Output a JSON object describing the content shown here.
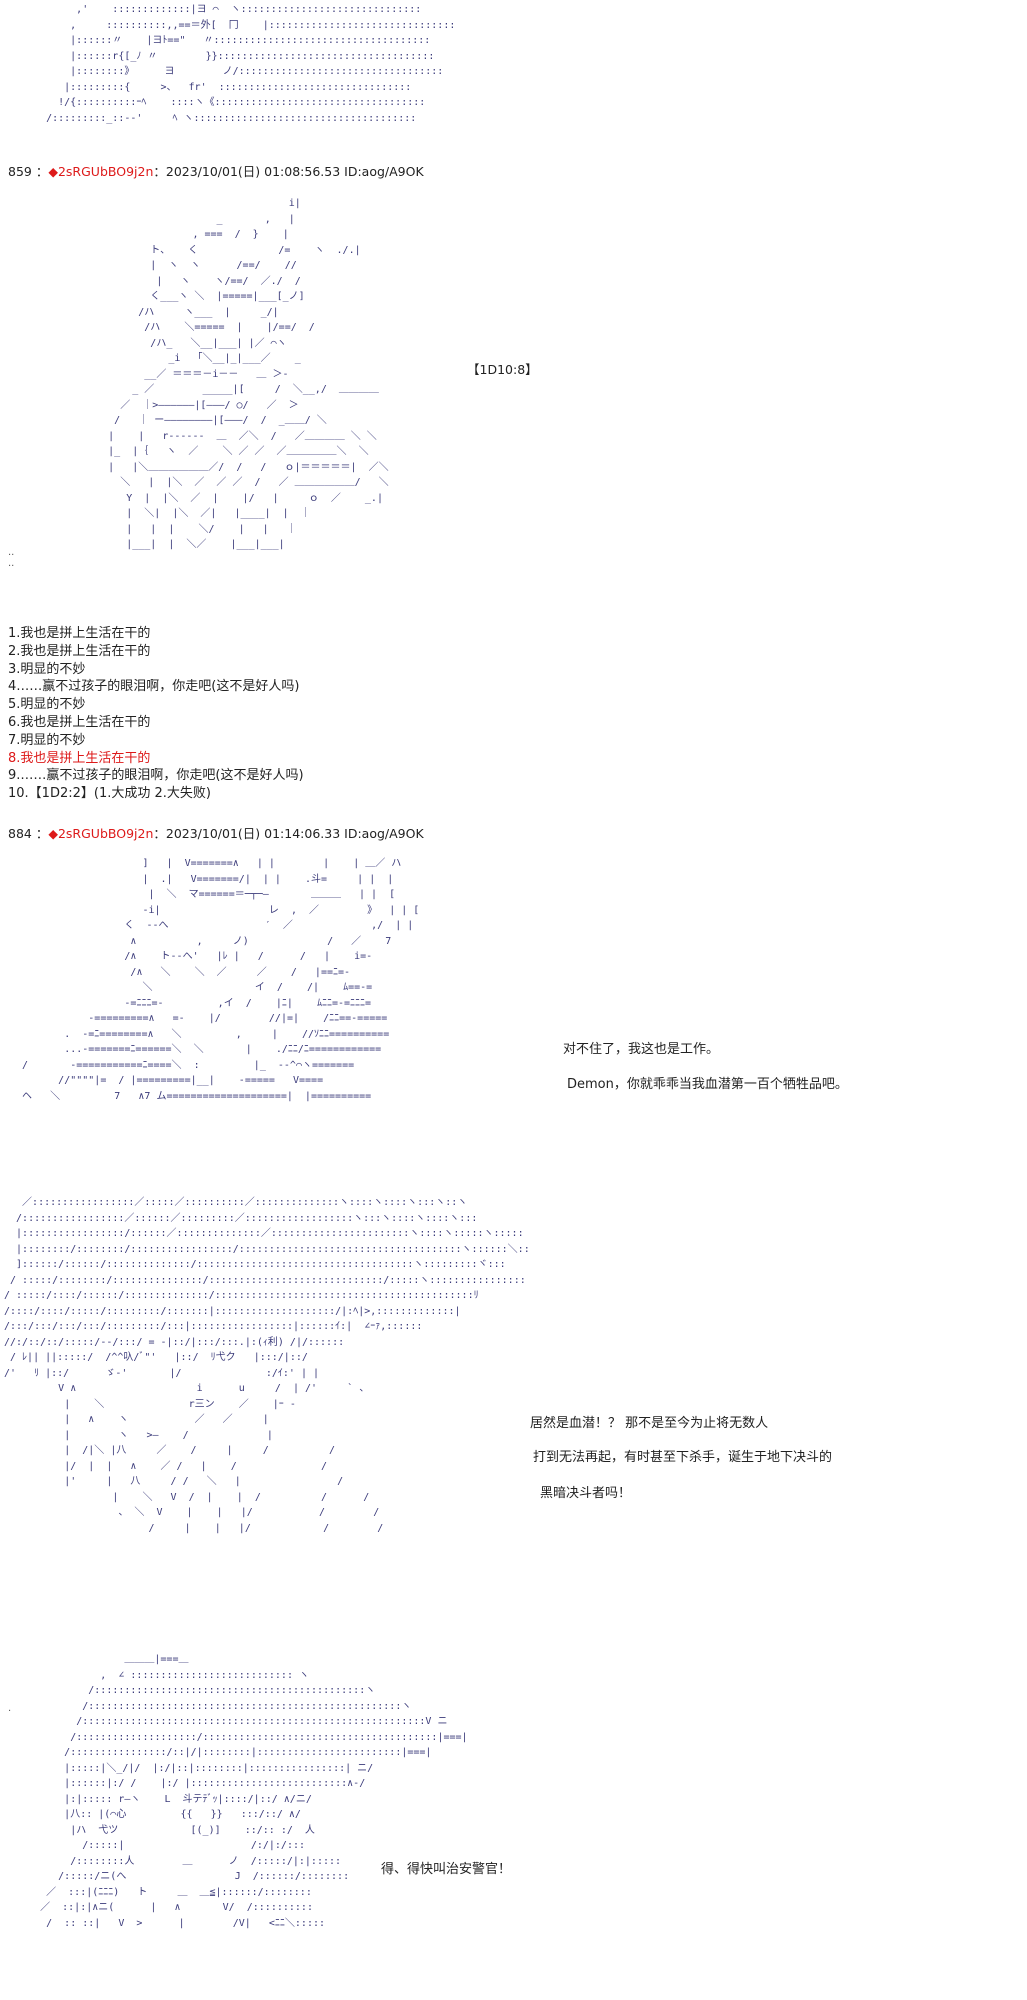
{
  "art": {
    "top": "         ,'    :::::::::::::|ヨ ⌒  ヽ::::::::::::::::::::::::::::::\n        ,     ::::::::::,,==＝外[  冂    |:::::::::::::::::::::::::::::::\n        |::::::〃    |ヨﾄ==\"   〃::::::::::::::::::::::::::::::::::::\n        |::::::r{[_ﾉ 〃        }}::::::::::::::::::::::::::::::::::::\n        |::::::::》     ヨ        ノ/::::::::::::::::::::::::::::::::::\n       |:::::::::{     >、  fr'  ::::::::::::::::::::::::::::::::\n      !/{::::::::::ｰﾍ    ::::ヽ《:::::::::::::::::::::::::::::::::::\n    /:::::::::_::--'     ﾍ ヽ:::::::::::::::::::::::::::::::::::::",
    "robot": "                                      i|\n                          _       ,   |\n                      , ===  /  }    |\n               ト、   く     　 　    /=    ヽ  ./.|\n               |  ヽ  ヽ      /==/    // \n                |   ヽ    ヽ/==/  ／./  /\n               く___ヽ ＼  |=====|___[_ノ]\n             /ハ     ヽ___  |     _/|\n              /ハ    ＼=====  |    |/==/  /\n               /ハ_   ＼__|___| |／ ⌒ヽ\n                  _i  「＼__|_|___／    _\n              __／ ＝＝＝－i－－   ＿ ＞-\n            _ ／        _____|[     /  ＼__,/  ＿＿＿＿\n          ／  ｜>——————|[———/ ○/   ／  ＞\n         /   ｜ ー————————|[———/  /  _＿＿/ ＼\n        |    |   r‐‐‐‐‐‐  ＿  ／＼  /   ／＿＿＿＿ ＼ ＼\n        |_  |｛   ヽ  ／    ＼ ／ ／  ／＿＿＿＿＿＼  ＼\n        |   |＼＿＿＿＿＿＿／/  /   /   ｏ|＝＝＝＝＝|  ／＼\n          ＼   |  |＼  ／  ／ ／  /   ／ ＿＿＿＿＿＿/   ＼\n           Y  |  |＼  ／  |    |/   |     ｏ  ／    _.|\n           |  ＼|  |＼  ／|   |____|  |  ｜\n           |   |  |    ＼/    |   |   ｜\n           |___|  |  ＼／    |___|___|",
    "fighter": "                       ]   |  V=======∧   | |        |    | ＿／ ハ\n                       |  .|   V=======/|  | |    .斗=     | |  |\n                        |  ＼  マ======＝─┬─―       ＿＿＿   | |  [\n                       -i|                  レ  ,  ／        》  | | [\n                    く  --へ                ′  ／             ,/  | |\n                     ∧          ,     ノ)             /   ／    7\n                    /∧    ト--へ'   |ﾚ |   /      /   |    i=-\n                     /∧   ＼    ＼  ／     ／    /   |==ﾆ=-\n                       ＼                 イ  /    /|    ﾑ==-=\n                    -=ﾆﾆﾆ=-         ,イ  /    |ﾆ|    ﾑﾆﾆ=-=ﾆﾆﾆ=\n              -=========∧   =-    |/        //|=|    /ﾆﾆ==-=====\n          .  -=ﾆ========∧   ＼         ,     |    //ｿﾆﾆ==========\n          ...-=======ﾆ======＼  ＼       |    ./ﾆﾆ/ﾆ============\n   /       -===========ﾆ====＼  :         |_  --^⌒ヽ=======\n         //\"\"\"\"|=  / |=========|__|    -=====   V====\n   ヘ   ＼         7   ∧7 ム====================|  |==========",
    "vampire": "   ／:::::::::::::::::／:::::／::::::::::／::::::::::::::ヽ::::ヽ::::ヽ:::ヽ::ヽ\n  /:::::::::::::::::／::::::／:::::::::／::::::::::::::::::ヽ:::ヽ::::ヽ::::ヽ:::\n  |:::::::::::::::::/::::::／::::::::::::::／:::::::::::::::::::::::ヽ::::ヽ:::::ヽ:::::\n  |::::::::/::::::::/:::::::::::::::::/:::::::::::::::::::::::::::::::::::::ヽ::::::＼::\n  ]::::::/::::::/::::::::::::::/::::::::::::::::::::::::::::::::::::ヽ:::::::::ヾ:::\n / :::::/::::::::/:::::::::::::::/:::::::::::::::::::::::::::::/:::::ヽ::::::::::::::::\n/ :::::/::::/::::::/::::::::::::::/:::::::::::::::::::::::::::::::::::::::::::ﾘ\n/::::/::::/:::::/:::::::::/:::::::|::::::::::::::::::::/|:ﾍ|>,:::::::::::::|\n/:::/:::/:::/:::/:::::::::/:::|:::::::::::::::::|::::::ｲ:|  ∠ｰｧ,::::::\n//:/::/::/:::::/--/:::/ = -|::/|:::/:::.|:(ｨ利) /|/::::::\n / ﾚ|| ||:::::/  /^^叺/ﾞ\"'   |::/  ﾘ弋ク   |:::/|::/\n/'   ﾘ |::/      ゞ-'       |/              :/ｲ:' | |\n         V ∧                    i      u     /  | /'     ` 、\n          |    ＼              r三ン    ／    |ｰ -\n          |   ∧    ヽ           ／   ／     |\n          |        ヽ   >—    /             |\n          |  /|＼ |八     ／    /     |     /          /\n          |/  |  |   ∧    ／ /   |    /              /\n          |'     |   八     / /   ＼   |                /\n                  |    ＼   V  /  |    |  /          /      /\n                   、 ＼  V    |    |   |/           /        /\n                        /     |    |   |/            /        /",
    "guard": "                   ＿＿＿|===＿\n               ,  ∠ ::::::::::::::::::::::::::: ヽ\n             /:::::::::::::::::::::::::::::::::::::::::::::ヽ\n            /::::::::::::::::::::::::::::::::::::::::::::::::::::ヽ\n           /:::::::::::::::::::::::::::::::::::::::::::::::::::::::::V ニ\n          /::::::::::::::::::::/:::::::::::::::::::::::::::::::::::::::|===|\n         /::::::::::::::::/::|/|::::::::|::::::::::::::::::::::::|===|\n         |:::::|＼_/|/  |:/|::|::::::::|::::::::::::::::| ニ/\n         |::::::|:/ /    |:/ |::::::::::::::::::::::::::∧-/\n         |:|::::: r—ヽ    L  斗テﾃﾞｯ|::::/|::/ ∧/ニ/\n         |八:: |(⌒心         {{   }}   :::/::/ ∧/\n          |ハ  弋ツ            [(_)]    ::/:: :/  人\n            /:::::|                     /:/|:/:::\n          /::::::::人        ＿      ノ  /:::::/|:|:::::\n        /:::::/ニ(へ                  J  /::::::/::::::::\n      ／  :::|(ﾆﾆﾆ)   ト     ＿  ＿≦|::::::/::::::::\n     ／  ::|:|∧ニ(      |   ∧       V/  /::::::::::\n      /  :: ::|   V  >      |        /V|   <ﾆﾆ＼:::::"
  },
  "post1": {
    "number": "859 ：",
    "name": "◆2sRGUbBO9j2n",
    "meta": "：2023/10/01(日) 01:08:56.53 ID:aog/A9OK"
  },
  "post2": {
    "number": "884 ：",
    "name": "◆2sRGUbBO9j2n",
    "meta": "：2023/10/01(日) 01:14:06.33 ID:aog/A9OK"
  },
  "dice1": "【1D10:8】",
  "choices": [
    {
      "text": "1.我也是拼上生活在干的",
      "highlight": false
    },
    {
      "text": "2.我也是拼上生活在干的",
      "highlight": false
    },
    {
      "text": "3.明显的不妙",
      "highlight": false
    },
    {
      "text": "4……赢不过孩子的眼泪啊，你走吧(这不是好人吗)",
      "highlight": false
    },
    {
      "text": "5.明显的不妙",
      "highlight": false
    },
    {
      "text": "6.我也是拼上生活在干的",
      "highlight": false
    },
    {
      "text": "7.明显的不妙",
      "highlight": false
    },
    {
      "text": "8.我也是拼上生活在干的",
      "highlight": true
    },
    {
      "text": "9.……赢不过孩子的眼泪啊，你走吧(这不是好人吗)",
      "highlight": false
    },
    {
      "text": "10.【1D2:2】(1.大成功  2.大失败)",
      "highlight": false
    }
  ],
  "dialog": {
    "line1": "对不住了，我这也是工作。",
    "line2": "Demon，你就乖乖当我血潜第一百个牺牲品吧。",
    "line3": "居然是血潜！？  那不是至今为止将无数人",
    "line4": "打到无法再起，有时甚至下杀手，诞生于地下决斗的",
    "line5": "黑暗决斗者吗！",
    "line6": "得、得快叫治安警官！"
  },
  "colors": {
    "art": "#3a3a7a",
    "highlight": "#dd1a1a",
    "text": "#222222"
  }
}
